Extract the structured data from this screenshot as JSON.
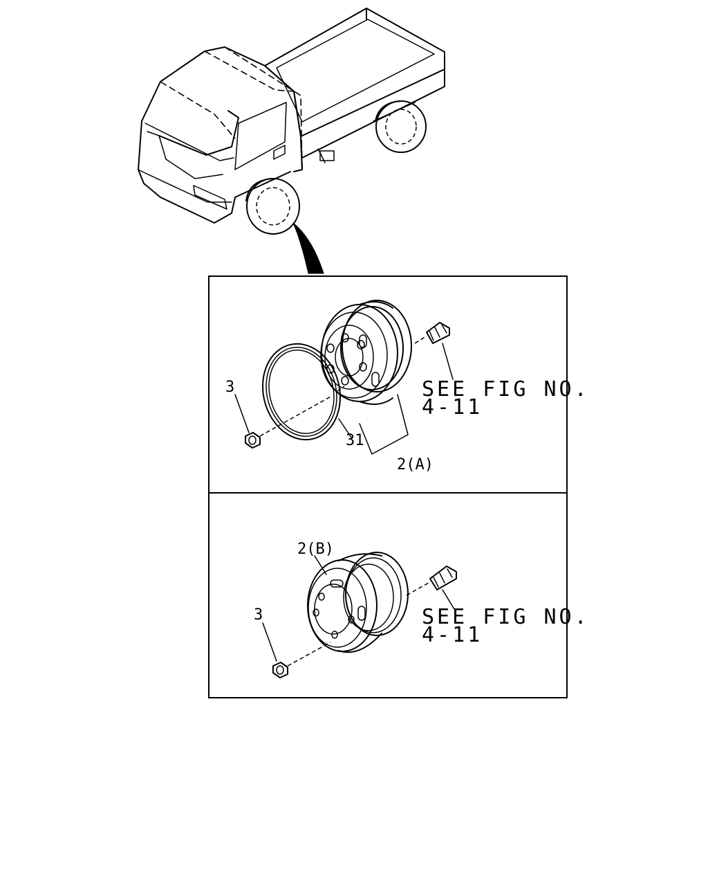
{
  "overview": {
    "vehicle": "flatbed-truck",
    "callout": "front-wheel"
  },
  "panel_a": {
    "see_fig_line1": "SEE FIG NO.",
    "see_fig_line2": "4-11",
    "nut_callout": "3",
    "ring_callout": "31",
    "wheel_callout": "2(A)"
  },
  "panel_b": {
    "see_fig_line1": "SEE FIG NO.",
    "see_fig_line2": "4-11",
    "nut_callout": "3",
    "wheel_callout": "2(B)"
  }
}
